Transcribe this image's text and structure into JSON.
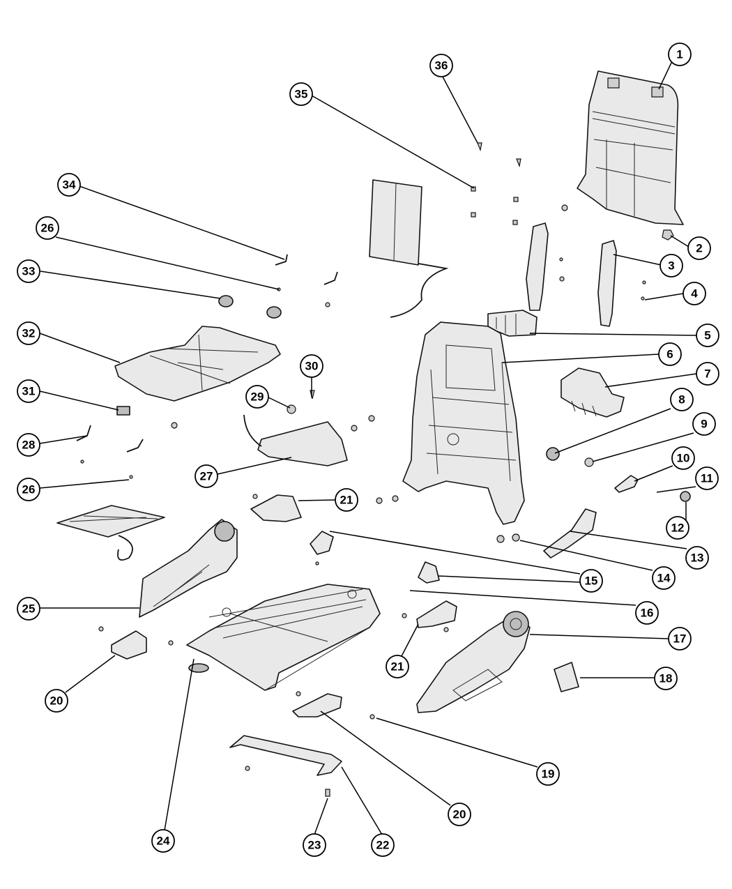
{
  "callouts": [
    "1",
    "2",
    "3",
    "4",
    "5",
    "6",
    "7",
    "8",
    "9",
    "10",
    "11",
    "12",
    "13",
    "14",
    "15",
    "16",
    "17",
    "18",
    "19",
    "20",
    "20",
    "21",
    "21",
    "22",
    "23",
    "24",
    "25",
    "26",
    "26",
    "27",
    "28",
    "29",
    "30",
    "31",
    "32",
    "33",
    "34",
    "35",
    "36"
  ],
  "colors": {
    "line": "#000000",
    "part_fill": "#e9e9e9",
    "part_shade": "#bdbdbd",
    "background": "#ffffff"
  }
}
